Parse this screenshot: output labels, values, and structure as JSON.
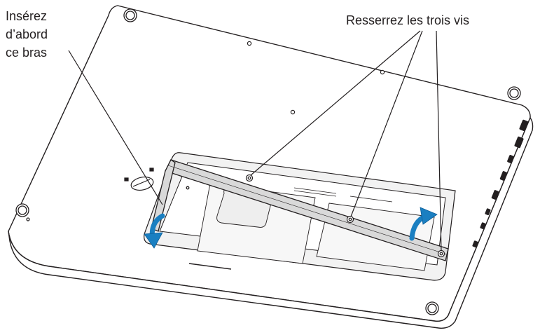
{
  "labels": {
    "insert_arm_line1": "Insérez",
    "insert_arm_line2": "d’abord",
    "insert_arm_line3": "ce bras",
    "tighten_screws": "Resserrez les trois vis"
  },
  "colors": {
    "outline": "#231f20",
    "bracket_fill": "#d9d9d9",
    "bay_fill": "#f2f2f2",
    "arrow_blue": "#1a7fc1",
    "arrow_blue_dark": "#0b5e99",
    "background": "#ffffff"
  },
  "icons": [
    "screw-icon",
    "rotate-arrow-icon",
    "insert-arrow-icon",
    "lock-icon",
    "unlock-icon"
  ]
}
